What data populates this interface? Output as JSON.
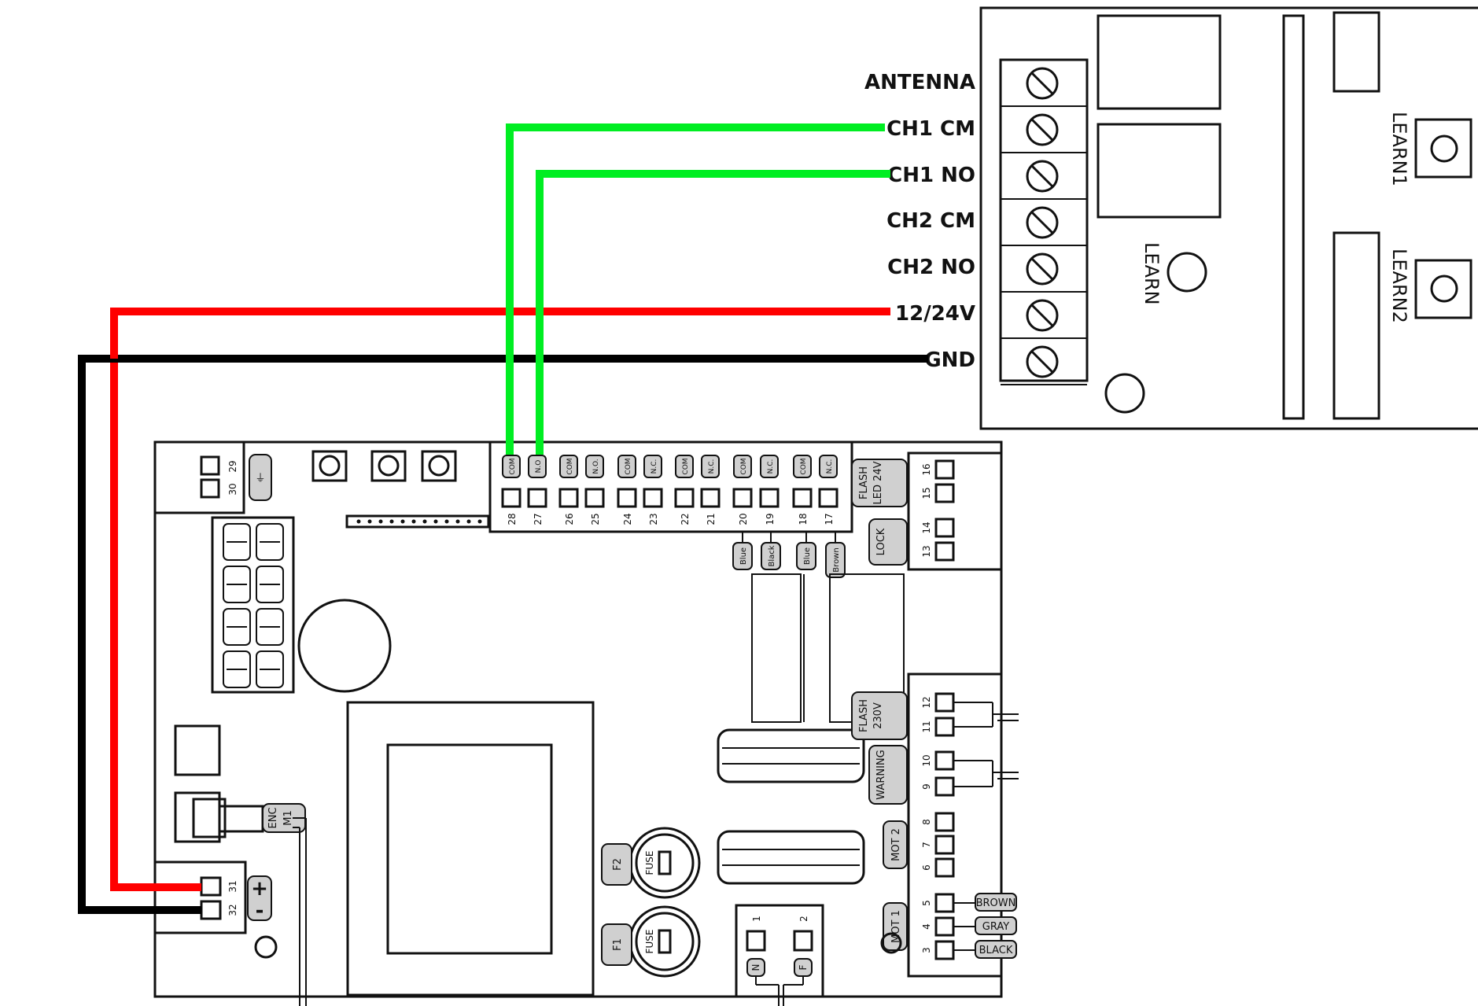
{
  "receiver": {
    "terminals": [
      "ANTENNA",
      "CH1 CM",
      "CH1 NO",
      "CH2 CM",
      "CH2 NO",
      "12/24V",
      "GND"
    ],
    "learn": "LEARN",
    "learn1": "LEARN1",
    "learn2": "LEARN2"
  },
  "board": {
    "top_terminals": [
      {
        "num": "28",
        "tag": "COM"
      },
      {
        "num": "27",
        "tag": "N.O"
      },
      {
        "num": "26",
        "tag": "COM"
      },
      {
        "num": "25",
        "tag": "N.O."
      },
      {
        "num": "24",
        "tag": "COM"
      },
      {
        "num": "23",
        "tag": "N.C."
      },
      {
        "num": "22",
        "tag": "COM"
      },
      {
        "num": "21",
        "tag": "N.C."
      },
      {
        "num": "20",
        "tag": "COM"
      },
      {
        "num": "19",
        "tag": "N.C."
      },
      {
        "num": "18",
        "tag": "COM"
      },
      {
        "num": "17",
        "tag": "N.C."
      }
    ],
    "wire_colors": [
      "Blue",
      "Black",
      "Blue",
      "Brown"
    ],
    "antenna_terms": [
      "29",
      "30"
    ],
    "power_terms": [
      "31",
      "32"
    ],
    "power_signs": [
      "+",
      "-"
    ],
    "right_terms": [
      "16",
      "15",
      "14",
      "13",
      "12",
      "11",
      "10",
      "9",
      "8",
      "7",
      "6",
      "5",
      "4",
      "3"
    ],
    "flash_led": [
      "FLASH",
      "LED 24V"
    ],
    "lock": "LOCK",
    "flash_230": [
      "FLASH",
      "230V"
    ],
    "warning": "WARNING",
    "mot2": "MOT 2",
    "mot1": "MOT 1",
    "motor_wires": [
      "BROWN",
      "GRAY",
      "BLACK"
    ],
    "fuse": "FUSE",
    "f1": "F1",
    "f2": "F2",
    "enc": [
      "ENC",
      "M1"
    ],
    "mains_terms": [
      "1",
      "2"
    ],
    "mains_tags": [
      "N",
      "F"
    ]
  },
  "colors": {
    "green": "#00ee22",
    "red": "#ff0000",
    "black": "#000000"
  }
}
